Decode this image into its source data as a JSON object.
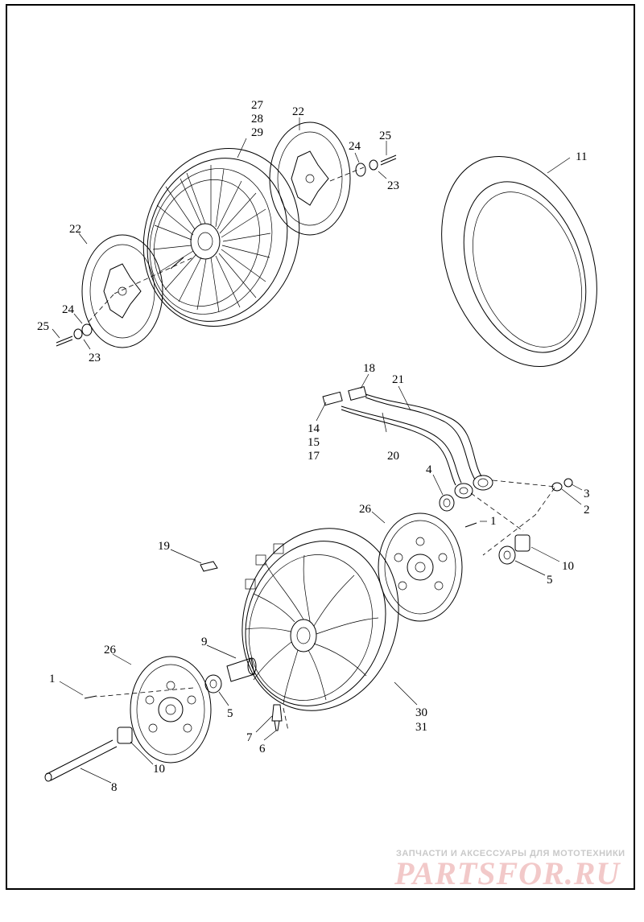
{
  "colors": {
    "line": "#000000",
    "watermark_text": "#c9c9c9",
    "watermark_logo": "#f2c9c9"
  },
  "callouts": {
    "rear_hub_27": "27",
    "rear_hub_28": "28",
    "rear_hub_29": "29",
    "rear_rotor_right_22": "22",
    "rear_washer_right_24": "24",
    "rear_screw_right_25": "25",
    "rear_nut_right_23": "23",
    "tire_11": "11",
    "rear_rotor_left_22": "22",
    "rear_washer_left_24": "24",
    "rear_screw_left_25": "25",
    "rear_nut_left_23": "23",
    "sensor_18": "18",
    "harness_21": "21",
    "sensor_14": "14",
    "sensor_15": "15",
    "sensor_17": "17",
    "harness_20": "20",
    "bearing_4": "4",
    "spacer_3": "3",
    "washer_2": "2",
    "front_rotor_right_26": "26",
    "screw_right_1": "1",
    "clip_19": "19",
    "spacer_right_10": "10",
    "bearing_right_5": "5",
    "spacer_tube_9": "9",
    "front_rotor_left_26": "26",
    "screw_left_1": "1",
    "bearing_left_5": "5",
    "front_wheel_30": "30",
    "front_wheel_31": "31",
    "valve_7": "7",
    "valve_6": "6",
    "spacer_left_10": "10",
    "axle_8": "8"
  },
  "watermark": {
    "tagline": "ЗАПЧАСТИ И АКСЕССУАРЫ ДЛЯ МОТОТЕХНИКИ",
    "logo": "PARTSFOR.RU"
  }
}
